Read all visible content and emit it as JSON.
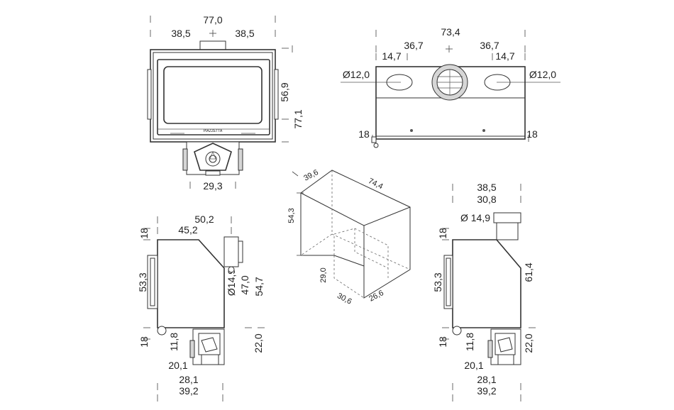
{
  "front_view": {
    "width_total": "77,0",
    "half_left": "38,5",
    "half_right": "38,5",
    "height_frame": "56,9",
    "height_total": "77,1",
    "box_width": "29,3",
    "brand": "PIAZZETTA"
  },
  "top_view": {
    "width_total": "73,4",
    "half_left": "36,7",
    "half_right": "36,7",
    "offset_left": "14,7",
    "offset_right": "14,7",
    "dia_left": "Ø12,0",
    "dia_right": "Ø12,0",
    "edge_left": "18",
    "edge_right": "18"
  },
  "iso_view": {
    "depth": "39,6",
    "length": "74,4",
    "height": "54,3",
    "inner_h": "29,0",
    "inner_w": "30,6",
    "inner_d": "26,6"
  },
  "side_left": {
    "width_top": "50,2",
    "width_inner": "45,2",
    "top_edge": "18",
    "height_body": "53,3",
    "dia_flue": "Ø14,9",
    "h_flue": "47,0",
    "h_total": "54,7",
    "bottom_edge": "18",
    "gap": "11,8",
    "box_h": "22,0",
    "w_a": "20,1",
    "w_b": "28,1",
    "w_c": "39,2"
  },
  "side_right": {
    "width_top": "38,5",
    "width_inner": "30,8",
    "dia_flue": "Ø 14,9",
    "top_edge": "18",
    "height_body": "53,3",
    "height_slope": "61,4",
    "bottom_edge": "18",
    "gap": "11,8",
    "box_h": "22,0",
    "w_a": "20,1",
    "w_b": "28,1",
    "w_c": "39,2"
  }
}
